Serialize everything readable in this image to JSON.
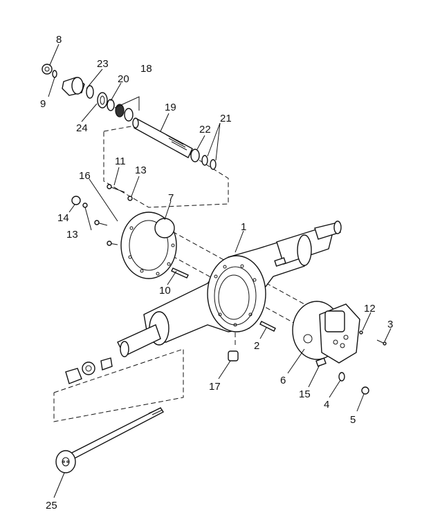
{
  "diagram": {
    "type": "exploded parts view",
    "callouts": {
      "c1": "1",
      "c2": "2",
      "c3": "3",
      "c4": "4",
      "c5": "5",
      "c6": "6",
      "c7": "7",
      "c8": "8",
      "c9": "9",
      "c10": "10",
      "c11": "11",
      "c12": "12",
      "c13a": "13",
      "c13b": "13",
      "c14": "14",
      "c15": "15",
      "c16": "16",
      "c17": "17",
      "c18": "18",
      "c19": "19",
      "c20": "20",
      "c21": "21",
      "c22": "22",
      "c23": "23",
      "c24": "24",
      "c25": "25"
    }
  }
}
